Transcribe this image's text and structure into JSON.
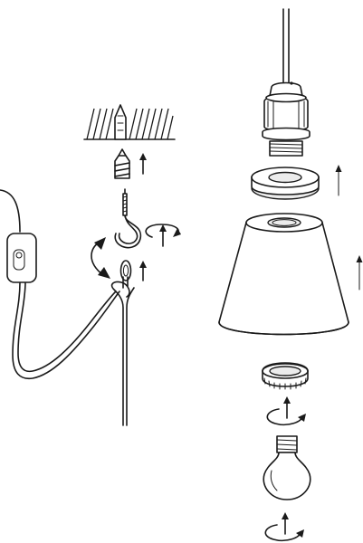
{
  "diagram": {
    "kind": "pendant lamp assembly instructions",
    "labels": [],
    "colors": {
      "line": "#1a1a1a",
      "background": "#ffffff",
      "shade_fill": "#ffffff",
      "shadow": "#ececec"
    },
    "steps": [
      {
        "id": "ceiling-mount",
        "icons": [
          "ceiling-hatch-icon",
          "wall-plug-icon",
          "up-arrow-icon"
        ]
      },
      {
        "id": "hook-screw",
        "icons": [
          "hook-screw-icon",
          "rotate-clockwise-icon",
          "up-arrow-icon"
        ]
      },
      {
        "id": "hang-cable",
        "icons": [
          "swing-arrow-icon",
          "cable-loop-icon",
          "up-arrow-icon",
          "inline-switch-icon"
        ]
      },
      {
        "id": "lamp-socket",
        "icons": [
          "cord-icon",
          "lamp-socket-icon"
        ]
      },
      {
        "id": "ring",
        "icons": [
          "ring-washer-icon",
          "up-arrow-icon"
        ]
      },
      {
        "id": "shade",
        "icons": [
          "lamp-shade-icon",
          "up-arrow-icon"
        ]
      },
      {
        "id": "locking-ring",
        "icons": [
          "threaded-ring-icon",
          "rotate-clockwise-icon",
          "up-arrow-icon"
        ]
      },
      {
        "id": "bulb",
        "icons": [
          "light-bulb-icon",
          "rotate-clockwise-icon",
          "up-arrow-icon"
        ]
      }
    ]
  }
}
